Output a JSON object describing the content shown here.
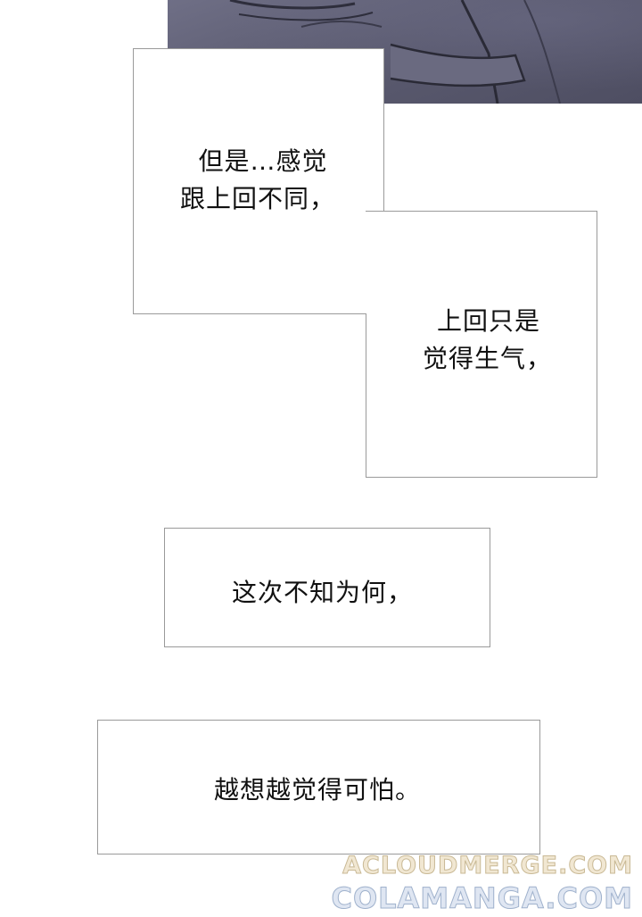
{
  "panels": {
    "art": {
      "description_icon": "dark-illustration-art"
    }
  },
  "captions": [
    {
      "lines": [
        "但是…感觉",
        "跟上回不同，"
      ]
    },
    {
      "lines": [
        "上回只是",
        "觉得生气，"
      ]
    },
    {
      "lines": [
        "这次不知为何，"
      ]
    },
    {
      "lines": [
        "越想越觉得可怕。"
      ]
    }
  ],
  "watermark": {
    "line1": "ACLOUDMERGE.COM",
    "line2": "COLAMANGA.COM"
  },
  "colors": {
    "art_tone": "#5b5b70",
    "box_border": "#9a9a9a",
    "text": "#111111"
  }
}
